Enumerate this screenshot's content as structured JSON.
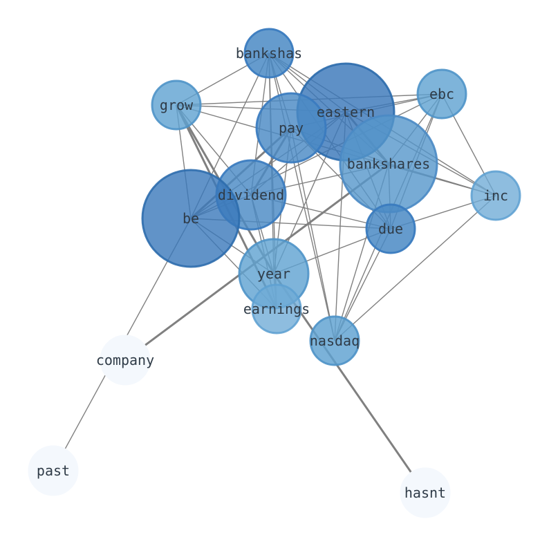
{
  "nodes": [
    {
      "id": "bankshas",
      "label": "bankshas",
      "color": "#4a8ac4",
      "stroke": "#3a7bbf",
      "opacity": 0.85
    },
    {
      "id": "eastern",
      "label": "eastern",
      "color": "#3a78ba",
      "stroke": "#2e6dad",
      "opacity": 0.82
    },
    {
      "id": "ebc",
      "label": "ebc",
      "color": "#5ea1d1",
      "stroke": "#4f94c8",
      "opacity": 0.8
    },
    {
      "id": "grow",
      "label": "grow",
      "color": "#5ea1d1",
      "stroke": "#4f94c8",
      "opacity": 0.8
    },
    {
      "id": "pay",
      "label": "pay",
      "color": "#4a8ac4",
      "stroke": "#3a7bbf",
      "opacity": 0.82
    },
    {
      "id": "bankshares",
      "label": "bankshares",
      "color": "#5596cb",
      "stroke": "#4a8ac4",
      "opacity": 0.8
    },
    {
      "id": "inc",
      "label": "inc",
      "color": "#6eaad6",
      "stroke": "#5ea1d1",
      "opacity": 0.78
    },
    {
      "id": "dividend",
      "label": "dividend",
      "color": "#4a8ac4",
      "stroke": "#3a7bbf",
      "opacity": 0.82
    },
    {
      "id": "be",
      "label": "be",
      "color": "#3a78ba",
      "stroke": "#2e6dad",
      "opacity": 0.8
    },
    {
      "id": "due",
      "label": "due",
      "color": "#4a8ac4",
      "stroke": "#3a7bbf",
      "opacity": 0.85
    },
    {
      "id": "year",
      "label": "year",
      "color": "#5ea1d1",
      "stroke": "#4f94c8",
      "opacity": 0.8
    },
    {
      "id": "earnings",
      "label": "earnings",
      "color": "#6eaad6",
      "stroke": "#5ea1d1",
      "opacity": 0.78
    },
    {
      "id": "nasdaq",
      "label": "nasdaq",
      "color": "#5ea1d1",
      "stroke": "#4f94c8",
      "opacity": 0.82
    },
    {
      "id": "company",
      "label": "company",
      "color": "#f4f8fd",
      "stroke": "#f4f8fd",
      "opacity": 1.0
    },
    {
      "id": "past",
      "label": "past",
      "color": "#f4f8fd",
      "stroke": "#f4f8fd",
      "opacity": 1.0
    },
    {
      "id": "hasnt",
      "label": "hasnt",
      "color": "#f4f8fd",
      "stroke": "#f4f8fd",
      "opacity": 1.0
    }
  ],
  "edges": [
    {
      "source": "bankshas",
      "target": "grow",
      "weight": 1
    },
    {
      "source": "bankshas",
      "target": "pay",
      "weight": 1
    },
    {
      "source": "bankshas",
      "target": "eastern",
      "weight": 1
    },
    {
      "source": "bankshas",
      "target": "bankshares",
      "weight": 1
    },
    {
      "source": "bankshas",
      "target": "inc",
      "weight": 1
    },
    {
      "source": "bankshas",
      "target": "dividend",
      "weight": 1
    },
    {
      "source": "bankshas",
      "target": "be",
      "weight": 1
    },
    {
      "source": "bankshas",
      "target": "due",
      "weight": 1
    },
    {
      "source": "bankshas",
      "target": "year",
      "weight": 1
    },
    {
      "source": "bankshas",
      "target": "earnings",
      "weight": 1
    },
    {
      "source": "bankshas",
      "target": "nasdaq",
      "weight": 1
    },
    {
      "source": "grow",
      "target": "eastern",
      "weight": 1
    },
    {
      "source": "grow",
      "target": "ebc",
      "weight": 1
    },
    {
      "source": "grow",
      "target": "inc",
      "weight": 1
    },
    {
      "source": "grow",
      "target": "be",
      "weight": 1
    },
    {
      "source": "grow",
      "target": "dividend",
      "weight": 1
    },
    {
      "source": "grow",
      "target": "year",
      "weight": 2
    },
    {
      "source": "grow",
      "target": "earnings",
      "weight": 2
    },
    {
      "source": "eastern",
      "target": "ebc",
      "weight": 1
    },
    {
      "source": "eastern",
      "target": "bankshares",
      "weight": 2
    },
    {
      "source": "eastern",
      "target": "inc",
      "weight": 1
    },
    {
      "source": "eastern",
      "target": "dividend",
      "weight": 1
    },
    {
      "source": "eastern",
      "target": "be",
      "weight": 1
    },
    {
      "source": "eastern",
      "target": "due",
      "weight": 1
    },
    {
      "source": "eastern",
      "target": "year",
      "weight": 1
    },
    {
      "source": "eastern",
      "target": "nasdaq",
      "weight": 1
    },
    {
      "source": "pay",
      "target": "ebc",
      "weight": 1
    },
    {
      "source": "pay",
      "target": "be",
      "weight": 2
    },
    {
      "source": "pay",
      "target": "dividend",
      "weight": 2
    },
    {
      "source": "pay",
      "target": "year",
      "weight": 1
    },
    {
      "source": "pay",
      "target": "due",
      "weight": 1
    },
    {
      "source": "pay",
      "target": "nasdaq",
      "weight": 1
    },
    {
      "source": "pay",
      "target": "bankshares",
      "weight": 1
    },
    {
      "source": "ebc",
      "target": "bankshares",
      "weight": 1
    },
    {
      "source": "ebc",
      "target": "inc",
      "weight": 1
    },
    {
      "source": "ebc",
      "target": "be",
      "weight": 1
    },
    {
      "source": "ebc",
      "target": "due",
      "weight": 1
    },
    {
      "source": "ebc",
      "target": "nasdaq",
      "weight": 1
    },
    {
      "source": "bankshares",
      "target": "inc",
      "weight": 1
    },
    {
      "source": "bankshares",
      "target": "dividend",
      "weight": 1
    },
    {
      "source": "bankshares",
      "target": "due",
      "weight": 1
    },
    {
      "source": "bankshares",
      "target": "nasdaq",
      "weight": 1
    },
    {
      "source": "bankshares",
      "target": "company",
      "weight": 2
    },
    {
      "source": "inc",
      "target": "due",
      "weight": 1
    },
    {
      "source": "inc",
      "target": "nasdaq",
      "weight": 1
    },
    {
      "source": "dividend",
      "target": "be",
      "weight": 1
    },
    {
      "source": "dividend",
      "target": "due",
      "weight": 1
    },
    {
      "source": "dividend",
      "target": "year",
      "weight": 1
    },
    {
      "source": "dividend",
      "target": "earnings",
      "weight": 1
    },
    {
      "source": "be",
      "target": "due",
      "weight": 1
    },
    {
      "source": "be",
      "target": "year",
      "weight": 1
    },
    {
      "source": "be",
      "target": "earnings",
      "weight": 1
    },
    {
      "source": "be",
      "target": "past",
      "weight": 1
    },
    {
      "source": "due",
      "target": "nasdaq",
      "weight": 1
    },
    {
      "source": "due",
      "target": "year",
      "weight": 1
    },
    {
      "source": "year",
      "target": "hasnt",
      "weight": 2
    },
    {
      "source": "year",
      "target": "earnings",
      "weight": 1
    }
  ]
}
